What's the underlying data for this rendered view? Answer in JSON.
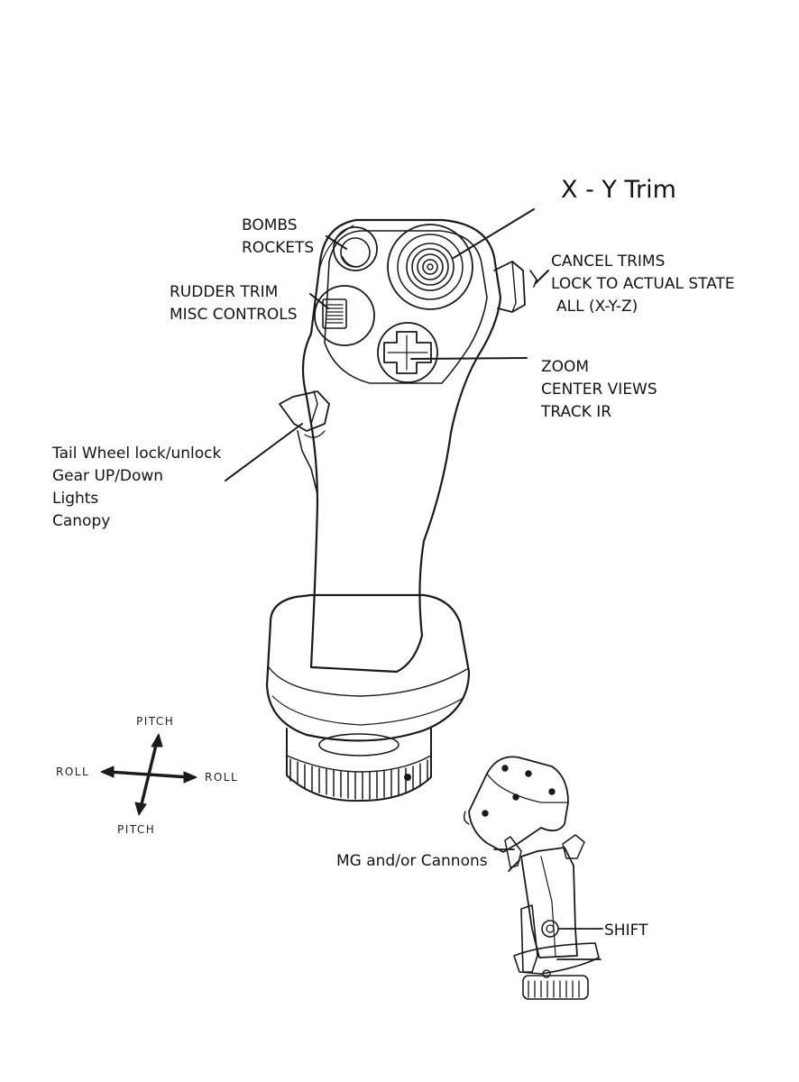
{
  "callouts": {
    "xy_trim": "X - Y Trim",
    "bombs": [
      "BOMBS",
      "ROCKETS"
    ],
    "rudder": [
      "RUDDER TRIM",
      "MISC CONTROLS"
    ],
    "cancel": [
      "CANCEL TRIMS",
      "LOCK TO  ACTUAL  STATE",
      "ALL (X-Y-Z)"
    ],
    "zoom": [
      "ZOOM",
      "CENTER VIEWS",
      "TRACK IR"
    ],
    "tail": [
      "Tail Wheel lock/unlock",
      "Gear UP/Down",
      "Lights",
      "Canopy"
    ],
    "mg": "MG and/or Cannons",
    "shift": "SHIFT"
  },
  "axes": {
    "top": "PITCH",
    "bottom": "PITCH",
    "left": "ROLL",
    "right": "ROLL"
  },
  "colors": {
    "line": "#1a1a1a",
    "background": "#ffffff"
  }
}
